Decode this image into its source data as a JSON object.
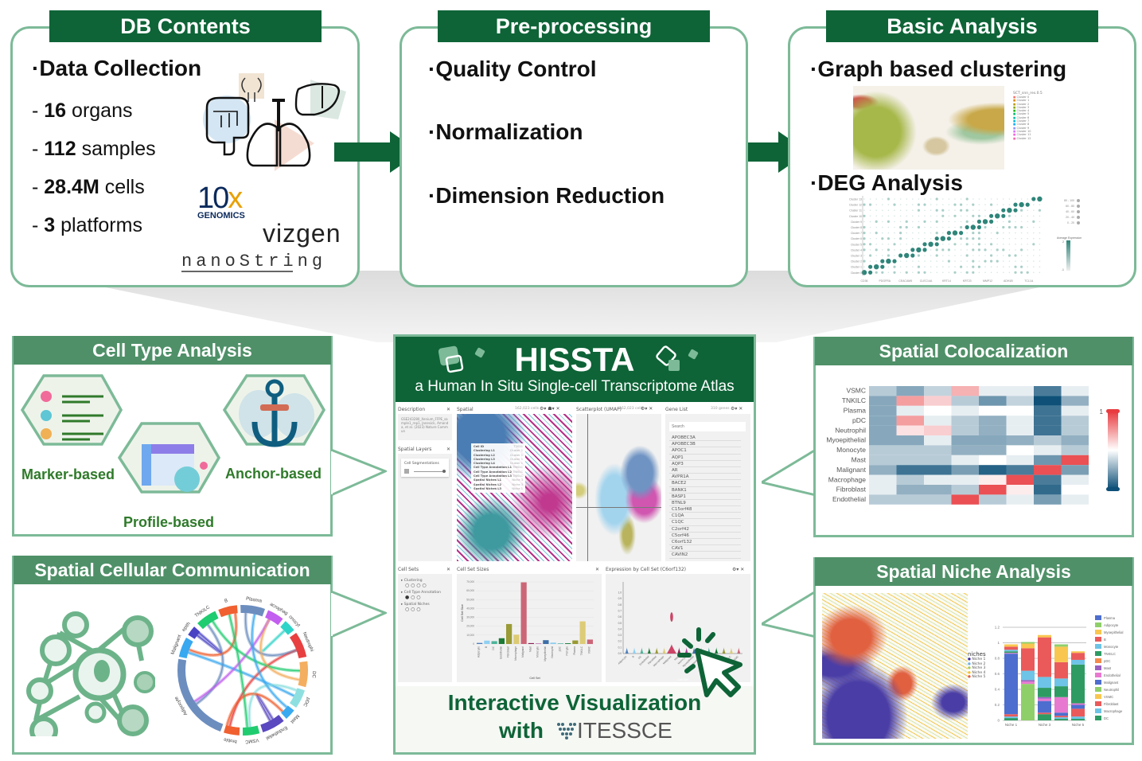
{
  "db_contents": {
    "title": "DB Contents",
    "heading": "·Data Collection",
    "stats": [
      {
        "prefix": "- ",
        "value": "16",
        "unit": " organs"
      },
      {
        "prefix": "- ",
        "value": "112",
        "unit": " samples"
      },
      {
        "prefix": "- ",
        "value": "28.4M",
        "unit": " cells"
      },
      {
        "prefix": "- ",
        "value": "3",
        "unit": " platforms"
      }
    ],
    "platforms": {
      "tenx_main": "10",
      "tenx_x": "x",
      "tenx_sub": "GENOMICS",
      "vizgen": "vizgen",
      "nanostring": "nanoString"
    }
  },
  "preprocessing": {
    "title": "Pre-processing",
    "steps": [
      "·Quality Control",
      "·Normalization",
      "·Dimension Reduction"
    ]
  },
  "basic_analysis": {
    "title": "Basic Analysis",
    "items": [
      "·Graph based clustering",
      "·DEG Analysis"
    ],
    "cluster_legend_title": "SCT_snn_res.0.5",
    "cluster_legend": [
      "Cluster 0",
      "Cluster 1",
      "Cluster 2",
      "Cluster 3",
      "Cluster 4",
      "Cluster 5",
      "Cluster 6",
      "Cluster 7",
      "Cluster 8",
      "Cluster 9",
      "Cluster 10",
      "Cluster 11",
      "Cluster 12"
    ],
    "dot_rows": [
      "Cluster 13",
      "Cluster 12",
      "Cluster 11",
      "Cluster 10",
      "Cluster 9",
      "Cluster 8",
      "Cluster 7",
      "Cluster 6",
      "Cluster 5",
      "Cluster 4",
      "Cluster 3",
      "Cluster 2",
      "Cluster 1",
      "Cluster 0"
    ],
    "dot_genes": [
      "CD36",
      "PDGFRA",
      "CEACAM5",
      "CLEC14A",
      "KRT14",
      "KRT23",
      "MMP12",
      "ADH1B",
      "TCL1A"
    ],
    "size_legend": [
      "80 - 100",
      "60 - 80",
      "40 - 60",
      "20 - 40",
      "0 - 20"
    ],
    "expr_legend_title": "Average Expression",
    "expr_legend_max": "2",
    "expr_legend_min": "-1"
  },
  "cell_type": {
    "title": "Cell Type Analysis",
    "methods": [
      "Marker-based",
      "Profile-based",
      "Anchor-based"
    ]
  },
  "communication": {
    "title": "Spatial Cellular Communication",
    "chord_labels": [
      "Adipocyte",
      "Malignant",
      "epith",
      "TNKILC",
      "B",
      "Plasma",
      "acrophag",
      "onocyt",
      "Neutrophi",
      "DC",
      "pDC",
      "Mast",
      "Endothelial",
      "VSMC",
      "broble"
    ]
  },
  "hissta": {
    "title": "HISSTA",
    "subtitle": "a Human In Situ Single-cell Transcriptome Atlas",
    "footer_line1": "Interactive Visualization",
    "footer_with": "with",
    "footer_logo": "ITESSCE",
    "panels": {
      "description": {
        "title": "Description",
        "text": "GSE243280_Xenium_FFPE_sample1_rep1, Janesick, Amanda, et al. (2023) Nature Commun"
      },
      "spatial_layers": {
        "title": "Spatial Layers",
        "layer": "Cell Segmentations"
      },
      "spatial": {
        "title": "Spatial",
        "count": "162,023 cells"
      },
      "tooltip": [
        [
          "Cell ID",
          "T2021"
        ],
        [
          "Clustering L1",
          "Cluster 1"
        ],
        [
          "Clustering L2",
          "Cluster 1"
        ],
        [
          "Clustering L3",
          "Cluster 1"
        ],
        [
          "Clustering L4",
          "Cluster 1"
        ],
        [
          "Cell Type Annotation L1",
          "TNKILC"
        ],
        [
          "Cell Type Annotation L2",
          "TNKILC"
        ],
        [
          "Cell Type Annotation L3",
          "TNKILC"
        ],
        [
          "Spatial Niches L1",
          "Niche 3"
        ],
        [
          "Spatial Niches L2",
          "Niche 3"
        ],
        [
          "Spatial Niches L3",
          "Niche 1"
        ]
      ],
      "umap": {
        "title": "Scatterplot (UMAP)",
        "count": "162,023 cells"
      },
      "gene_list": {
        "title": "Gene List",
        "count": "310 genes",
        "search_placeholder": "Search",
        "genes": [
          "APOBEC3A",
          "APOBEC3B",
          "APOC1",
          "AQP1",
          "AQP3",
          "AR",
          "AVPR1A",
          "BACE2",
          "BANK1",
          "BASP1",
          "BTNL9",
          "C15orf48",
          "C1QA",
          "C1QC",
          "C2orf42",
          "C5orf46",
          "C6orf132",
          "CAV1",
          "CAVIN2"
        ]
      },
      "cell_sets": {
        "title": "Cell Sets",
        "items": [
          "Clustering",
          "Cell Type Annotation",
          "Spatial Niches"
        ]
      },
      "cell_set_sizes": {
        "title": "Cell Set Sizes",
        "ylabel": "Cell Set Size",
        "xlabel": "Cell Set",
        "yticks": [
          "0",
          "10,000",
          "20,000",
          "30,000",
          "40,000",
          "50,000",
          "60,000",
          "70,000"
        ]
      },
      "expression": {
        "title": "Expression by Cell Set (C6orf132)",
        "xlabel": "Cell Set",
        "yticks": [
          "0.0",
          "0.1",
          "0.2",
          "0.3",
          "0.4",
          "0.5",
          "0.6",
          "0.7",
          "0.8",
          "0.9",
          "1.0"
        ]
      }
    }
  },
  "colocalization": {
    "title": "Spatial Colocalization",
    "legend_max": "1"
  },
  "niche": {
    "title": "Spatial Niche Analysis",
    "legend_title": "niches",
    "niches": [
      "Niche 1",
      "Niche 2",
      "Niche 3",
      "Niche 4",
      "Niche 5"
    ]
  },
  "chart_data": [
    {
      "type": "bar",
      "title": "Cell Set Sizes",
      "xlabel": "Cell Set",
      "ylabel": "Cell Set Size",
      "ylim": [
        0,
        70000
      ],
      "categories": [
        "Adipocyte",
        "B",
        "DC",
        "Endothelial",
        "Fibroblast",
        "Macrophage",
        "Malignant",
        "Mast",
        "Monocyte",
        "Myoepithelial",
        "Neutrophil",
        "pDC",
        "Pericyte",
        "Plasma",
        "TNKILC",
        "VSMC"
      ],
      "values": [
        1200,
        3800,
        3200,
        6500,
        22500,
        10500,
        69500,
        1000,
        500,
        4300,
        1500,
        600,
        800,
        4000,
        25500,
        5000
      ],
      "colors": [
        "#4e7fbf",
        "#8fd0f2",
        "#4db39a",
        "#1d7a35",
        "#9a9a36",
        "#dccb74",
        "#cc6677",
        "#882255",
        "#aa4499",
        "#3d6ea8",
        "#88ccee",
        "#44aa99",
        "#117733",
        "#999933",
        "#ddcc77",
        "#cc6677"
      ]
    },
    {
      "type": "heatmap",
      "title": "Spatial Colocalization",
      "rows": [
        "VSMC",
        "TNKILC",
        "Plasma",
        "pDC",
        "Neutrophil",
        "Myoepithelial",
        "Monocyte",
        "Mast",
        "Malignant",
        "Macrophage",
        "Fibroblast",
        "Endothelial"
      ],
      "columns": 8,
      "range": [
        -1,
        1
      ],
      "values": [
        [
          -0.3,
          -0.5,
          -0.25,
          0.4,
          -0.1,
          -0.1,
          -0.75,
          -0.1
        ],
        [
          -0.5,
          0.5,
          0.25,
          -0.3,
          -0.6,
          -0.25,
          -1.0,
          -0.45
        ],
        [
          -0.5,
          -0.1,
          0.0,
          -0.1,
          0.0,
          0.0,
          -0.8,
          -0.1
        ],
        [
          -0.5,
          0.5,
          -0.1,
          -0.3,
          -0.45,
          -0.1,
          -0.8,
          -0.3
        ],
        [
          -0.5,
          0.15,
          0.25,
          -0.3,
          -0.45,
          -0.1,
          -0.8,
          -0.3
        ],
        [
          -0.5,
          -0.5,
          -0.1,
          -0.5,
          -0.5,
          -0.45,
          -0.3,
          -0.45
        ],
        [
          -0.3,
          -0.3,
          -0.3,
          -0.45,
          -0.45,
          0.0,
          -0.1,
          -0.3
        ],
        [
          -0.3,
          -0.3,
          -0.3,
          -0.1,
          0.0,
          -0.1,
          -0.6,
          0.9
        ],
        [
          -0.45,
          -0.8,
          -0.8,
          -0.55,
          -0.9,
          -0.75,
          0.9,
          -0.55
        ],
        [
          -0.1,
          -0.3,
          -0.1,
          -0.1,
          0.1,
          0.9,
          -0.75,
          -0.1
        ],
        [
          -0.1,
          -0.45,
          -0.45,
          -0.3,
          0.9,
          0.1,
          -0.85,
          0.0
        ],
        [
          -0.3,
          -0.3,
          -0.3,
          0.9,
          -0.3,
          -0.1,
          -0.55,
          -0.1
        ]
      ]
    },
    {
      "type": "bar",
      "stacked": true,
      "title": "Niche composition",
      "categories": [
        "Niche 1",
        "Niche 2",
        "Niche 3",
        "Niche 4",
        "Niche 5"
      ],
      "tick_labels": [
        "Niche 1",
        "",
        "Niche 3",
        "",
        "Niche 5"
      ],
      "ylim": [
        0,
        1.2
      ],
      "yticks": [
        "0",
        "0.2",
        "0.4",
        "0.6",
        "0.8",
        "1",
        "1.2"
      ],
      "legend_position": "right",
      "series": [
        {
          "name": "DC",
          "color": "#2e9b63",
          "values": [
            0.03,
            0.0,
            0.08,
            0.02,
            0.02
          ]
        },
        {
          "name": "Macrophage",
          "color": "#6dc4e6",
          "values": [
            0.02,
            0.0,
            0.0,
            0.02,
            0.03
          ]
        },
        {
          "name": "Fibroblast",
          "color": "#ea5a5a",
          "values": [
            0.03,
            0.0,
            0.02,
            0.02,
            0.1
          ]
        },
        {
          "name": "VSMC",
          "color": "#f9c74f",
          "values": [
            0.0,
            0.0,
            0.0,
            0.0,
            0.0
          ]
        },
        {
          "name": "Neutrophil",
          "color": "#8fcf6a",
          "values": [
            0.0,
            0.47,
            0.0,
            0.0,
            0.0
          ]
        },
        {
          "name": "Malignant",
          "color": "#4d6ecf",
          "values": [
            0.78,
            0.0,
            0.15,
            0.04,
            0.05
          ]
        },
        {
          "name": "Endothelial",
          "color": "#e879d0",
          "values": [
            0.01,
            0.03,
            0.03,
            0.2,
            0.02
          ]
        },
        {
          "name": "Mast",
          "color": "#9b5fc0",
          "values": [
            0.0,
            0.02,
            0.02,
            0.0,
            0.0
          ]
        },
        {
          "name": "pDC",
          "color": "#f58a4a",
          "values": [
            0.0,
            0.0,
            0.0,
            0.0,
            0.0
          ]
        },
        {
          "name": "TNKILC",
          "color": "#2e9b63",
          "values": [
            0.02,
            0.0,
            0.12,
            0.14,
            0.5
          ]
        },
        {
          "name": "Monocyte",
          "color": "#6dc4e6",
          "values": [
            0.02,
            0.12,
            0.14,
            0.1,
            0.06
          ]
        },
        {
          "name": "B",
          "color": "#ea5a5a",
          "values": [
            0.04,
            0.29,
            0.51,
            0.21,
            0.09
          ]
        },
        {
          "name": "Myoepithelial",
          "color": "#f9c74f",
          "values": [
            0.03,
            0.06,
            0.03,
            0.2,
            0.02
          ]
        },
        {
          "name": "Adipocyte",
          "color": "#8fcf6a",
          "values": [
            0.0,
            0.02,
            0.0,
            0.03,
            0.0
          ]
        },
        {
          "name": "Plasma",
          "color": "#4d6ecf",
          "values": [
            0.0,
            0.0,
            0.0,
            0.0,
            0.0
          ]
        }
      ],
      "legend": [
        "Plasma",
        "Adipocyte",
        "Myoepithelial",
        "B",
        "Monocyte",
        "TNKILC",
        "pDC",
        "Mast",
        "Endothelial",
        "Malignant",
        "Neutrophil",
        "VSMC",
        "Fibroblast",
        "Macrophage",
        "DC"
      ]
    }
  ]
}
